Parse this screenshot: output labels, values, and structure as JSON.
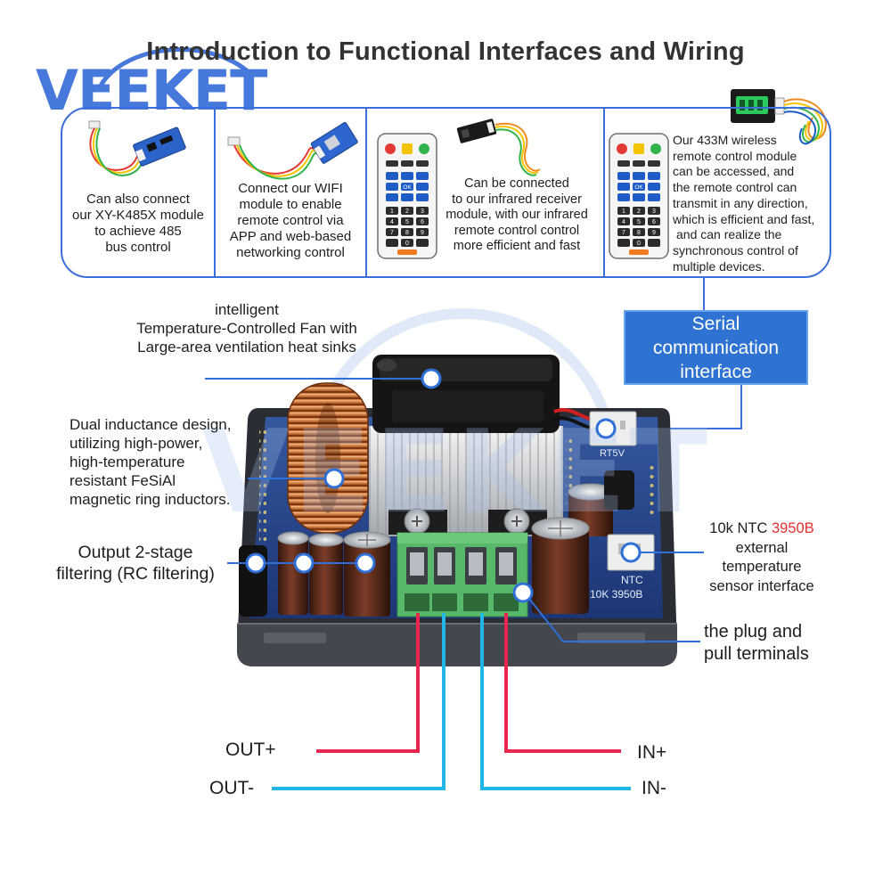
{
  "title": "Introduction to Functional Interfaces and Wiring",
  "logo": "VEEKET",
  "watermark": "VEEKET",
  "colors": {
    "brand_blue": "#3c6fd9",
    "serial_box": "#2f73d2",
    "wire_red": "#e8264f",
    "wire_cyan": "#22b6e6",
    "ntc_highlight": "#e03030"
  },
  "panels": [
    {
      "icon": "xy-k485x-module-icon",
      "lines": [
        "Can also connect",
        "our XY-K485X module",
        "to achieve 485",
        "bus control"
      ]
    },
    {
      "icon": "wifi-module-icon",
      "lines": [
        "Connect our WIFI",
        "module to enable",
        "remote control via",
        "APP and web-based",
        "networking control"
      ]
    },
    {
      "icon": "infrared-receiver-icon",
      "lines": [
        "Can be connected",
        "to our infrared receiver",
        "module, with our infrared",
        "remote control control",
        "more efficient and fast"
      ]
    },
    {
      "icon": "433m-wireless-module-icon",
      "lines": [
        "Our 433M wireless",
        "remote control module",
        "can be accessed, and",
        "the remote control can",
        "transmit in any direction,",
        "which is efficient and fast,",
        "and can realize the",
        "synchronous control of",
        "multiple devices."
      ]
    }
  ],
  "remote": {
    "ok_label": "OK",
    "number_rows": [
      [
        "1",
        "2",
        "3"
      ],
      [
        "4",
        "5",
        "6"
      ],
      [
        "7",
        "8",
        "9"
      ],
      [
        null,
        "0",
        null
      ]
    ]
  },
  "callouts": {
    "serial": [
      "Serial",
      "communication",
      "interface"
    ],
    "fan": [
      "intelligent",
      "Temperature-Controlled Fan with",
      "Large-area ventilation heat sinks"
    ],
    "inductor": [
      "Dual inductance design,",
      "utilizing high-power,",
      "high-temperature",
      "resistant FeSiAl",
      "magnetic ring inductors."
    ],
    "filter": [
      "Output 2-stage",
      "filtering (RC filtering)"
    ],
    "ntc": {
      "prefix": "10k NTC ",
      "highlight": "3950B",
      "lines": [
        "external",
        "temperature",
        "sensor interface"
      ]
    },
    "terminals": [
      "the plug and",
      "pull terminals"
    ]
  },
  "board_labels": {
    "serial_port": "RT5V",
    "ntc_port": "NTC",
    "ntc_value": "10K 3950B"
  },
  "wiring": {
    "out_plus": "OUT+",
    "out_minus": "OUT-",
    "in_plus": "IN+",
    "in_minus": "IN-"
  }
}
